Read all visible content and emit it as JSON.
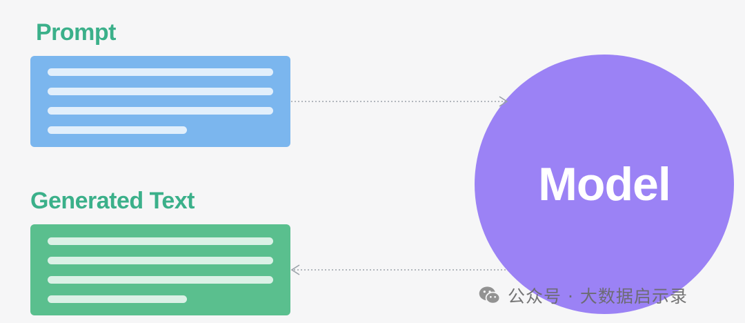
{
  "labels": {
    "prompt": "Prompt",
    "generated_text": "Generated Text",
    "model": "Model"
  },
  "watermark": {
    "text": "公众号 · 大数据启示录",
    "icon": "wechat-icon"
  },
  "colors": {
    "background": "#f6f6f7",
    "label_green": "#3bb08a",
    "prompt_card": "#7bb6ee",
    "generated_card": "#5abf8e",
    "model_circle": "#9b82f5",
    "arrow": "#9aa1a8"
  }
}
